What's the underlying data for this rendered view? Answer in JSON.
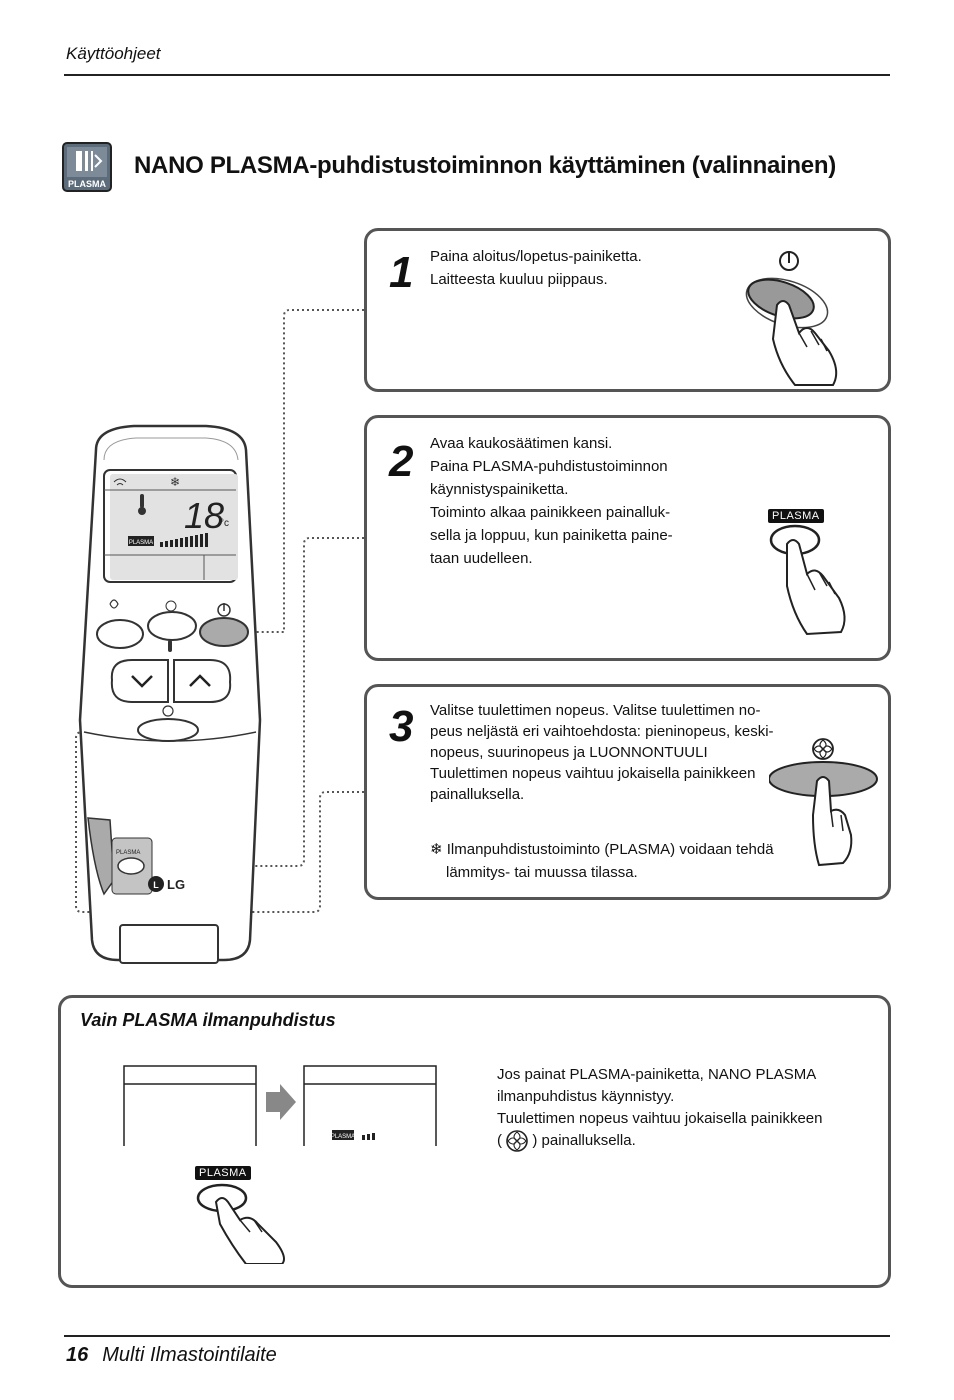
{
  "header": {
    "text": "Käyttöohjeet"
  },
  "section": {
    "title": "NANO PLASMA-puhdistustoiminnon käyttäminen (valinnainen)",
    "icon_label": "PLASMA",
    "icon": "plasma-icon"
  },
  "steps": [
    {
      "number": "1",
      "lines": [
        "Paina aloitus/lopetus-painiketta.",
        "Laitteesta kuuluu piippaus."
      ],
      "icon": "power-icon"
    },
    {
      "number": "2",
      "lines": [
        "Avaa kaukosäätimen kansi.",
        "Paina PLASMA-puhdistustoiminnon",
        "käynnistyspainiketta.",
        "Toiminto alkaa painikkeen painalluk-",
        "sella ja loppuu, kun painiketta paine-",
        "taan uudelleen."
      ],
      "button_label": "PLASMA"
    },
    {
      "number": "3",
      "lines": [
        "Valitse tuulettimen nopeus. Valitse tuulettimen no-",
        "peus neljästä eri vaihtoehdosta: pieninopeus, keski-",
        "nopeus, suurinopeus ja LUONNONTUULI",
        "Tuulettimen nopeus vaihtuu jokaisella painikkeen",
        "painalluksella."
      ],
      "note_lines": [
        "❄ Ilmanpuhdistustoiminto (PLASMA) voidaan tehdä",
        "lämmitys- tai muussa tilassa."
      ],
      "icon": "fan-icon"
    }
  ],
  "remote": {
    "temperature": "18",
    "unit": "°c",
    "display_label": "PLASMA",
    "inner_label": "PLASMA",
    "brand": "LG"
  },
  "plasma_only": {
    "title": "Vain PLASMA ilmanpuhdistus",
    "display_label": "PLASMA",
    "button_label": "PLASMA",
    "lines": [
      "Jos painat PLASMA-painiketta, NANO PLASMA",
      "ilmanpuhdistus käynnistyy.",
      "Tuulettimen nopeus vaihtuu jokaisella painikkeen"
    ],
    "last_line_before": "(",
    "last_line_after": ") painalluksella."
  },
  "footer": {
    "page_number": "16",
    "title": "Multi Ilmastointilaite"
  }
}
